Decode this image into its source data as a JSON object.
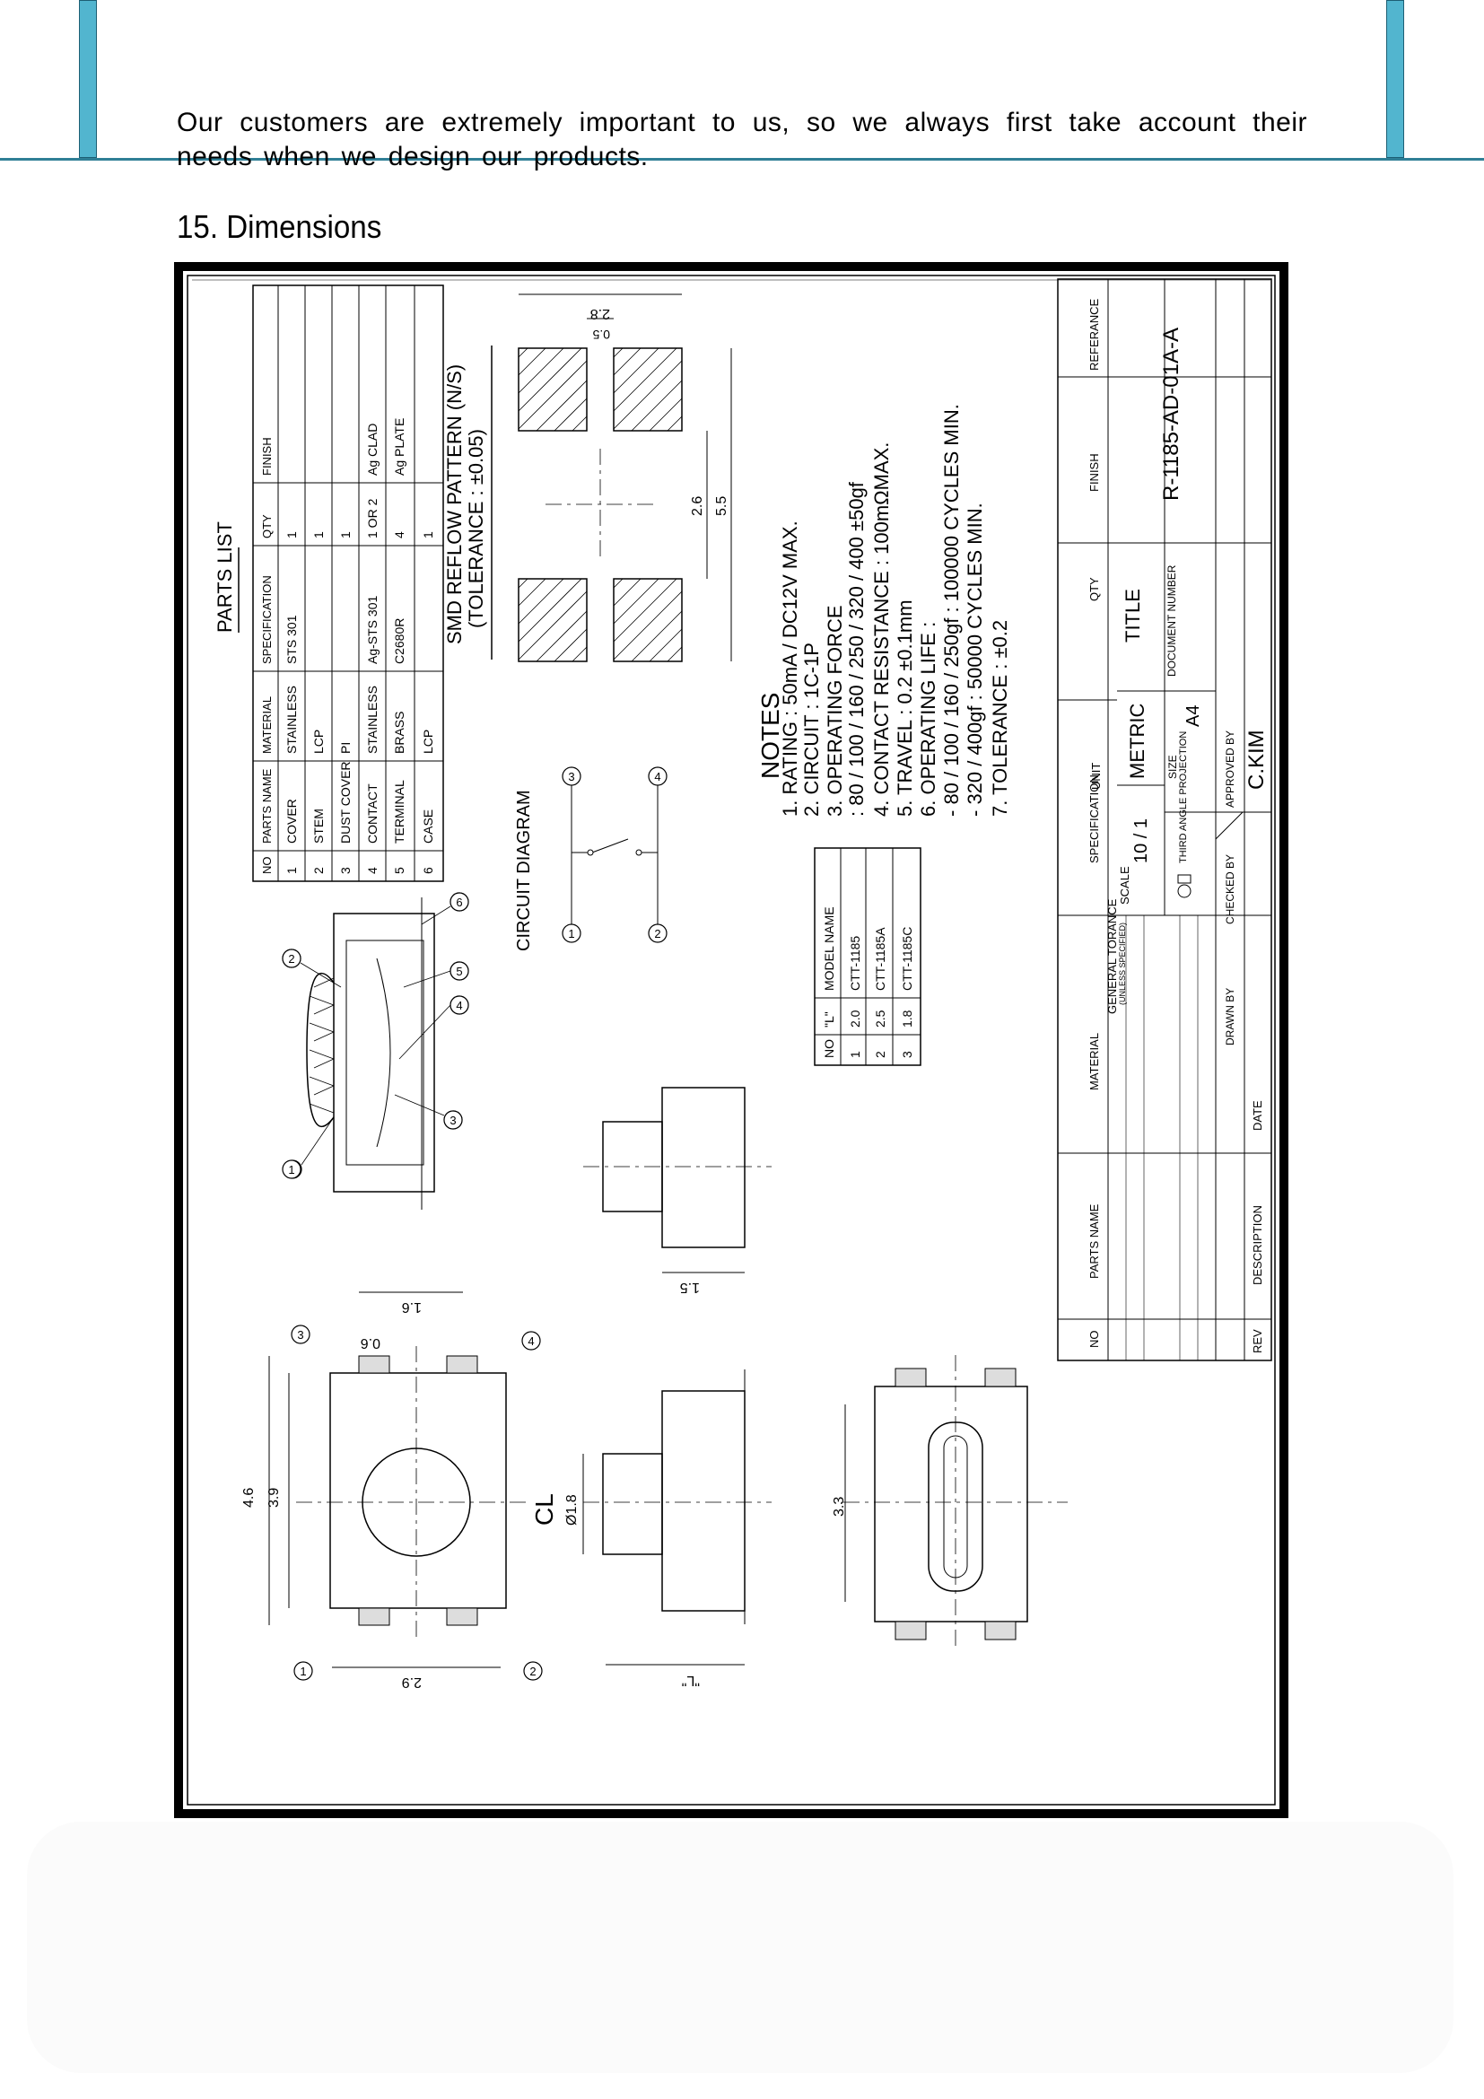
{
  "intro_text": "Our customers are extremely important to us, so we always first take account their needs when we design our products.",
  "section_heading": "15. Dimensions",
  "parts_list": {
    "title": "PARTS LIST",
    "headers": [
      "NO",
      "PARTS NAME",
      "MATERIAL",
      "SPECIFICATION",
      "QTY",
      "FINISH"
    ],
    "rows": [
      [
        "1",
        "COVER",
        "STAINLESS",
        "STS 301",
        "1",
        ""
      ],
      [
        "2",
        "STEM",
        "LCP",
        "",
        "1",
        ""
      ],
      [
        "3",
        "DUST COVER",
        "PI",
        "",
        "1",
        ""
      ],
      [
        "4",
        "CONTACT",
        "STAINLESS",
        "Ag-STS 301",
        "1 OR 2",
        "Ag CLAD"
      ],
      [
        "5",
        "TERMINAL",
        "BRASS",
        "C2680R",
        "4",
        "Ag PLATE"
      ],
      [
        "6",
        "CASE",
        "LCP",
        "",
        "1",
        ""
      ]
    ]
  },
  "reflow": {
    "title": "SMD REFLOW PATTERN (N/S)",
    "tolerance": "(TOLERANCE : ±0.05)",
    "dims": [
      "2.8",
      "0.5",
      "2.6",
      "5.5"
    ]
  },
  "circuit": {
    "title": "CIRCUIT DIAGRAM",
    "pins": [
      "1",
      "2",
      "3",
      "4"
    ]
  },
  "notes": {
    "title": "NOTES",
    "lines": [
      "1. RATING : 50mA / DC12V MAX.",
      "2. CIRCUIT : 1C-1P",
      "3. OPERATING FORCE",
      "  : 80 / 100 / 160 / 250 / 320 / 400 ±50gf",
      "4. CONTACT RESISTANCE : 100mΩMAX.",
      "5. TRAVEL : 0.2 ±0.1mm",
      "6. OPERATING LIFE :",
      "  - 80 / 100 / 160 / 250gf :  100000 CYCLES MIN.",
      "  - 320 / 400gf : 50000 CYCLES MIN.",
      "7. TOLERANCE : ±0.2"
    ]
  },
  "model_table": {
    "headers": [
      "NO",
      "\"L\"",
      "MODEL NAME"
    ],
    "rows": [
      [
        "1",
        "2.0",
        "CTT-1185"
      ],
      [
        "2",
        "2.5",
        "CTT-1185A"
      ],
      [
        "3",
        "1.8",
        "CTT-1185C"
      ]
    ]
  },
  "title_block": {
    "refer_label": "REFERANCE",
    "finish_label": "FINISH",
    "qty_label": "QTY",
    "title_label": "TITLE",
    "doc_label": "DOCUMENT NUMBER",
    "doc_number": "R-1185-AD-01A-A",
    "spec_label": "SPECIFICATION",
    "unit_label": "UNIT",
    "unit_value": "METRIC",
    "scale_label": "SCALE",
    "scale_value": "10 / 1",
    "size_label": "SIZE",
    "size_value": "A4",
    "projection_label": "THIRD ANGLE PROJECTION",
    "approved_label": "APPROVED BY",
    "approved_value": "C.KIM",
    "checked_label": "CHECKED BY",
    "drawn_label": "DRAWN BY",
    "material_label": "MATERIAL",
    "tolerance_label": "GENERAL TORANCE",
    "tolerance_sub": "(UNLESS SPECIFIED)",
    "date_label": "DATE",
    "parts_name_label": "PARTS NAME",
    "description_label": "DESCRIPTION",
    "no_label": "NO",
    "rev_label": "REV"
  },
  "dims": {
    "top_w": "1.6",
    "pad_w": "0.6",
    "h_overall": "4.6",
    "h_inner": "3.9",
    "w_bottom": "2.9",
    "cl_label": "CL",
    "dia": "Ø1.8",
    "side_w": "1.5",
    "l_label": "\"L\"",
    "bottom_h": "3.3"
  },
  "balloons": {
    "assembly": [
      "1",
      "2",
      "3",
      "4",
      "5",
      "6"
    ],
    "top_view": [
      "1",
      "2",
      "3",
      "4"
    ]
  }
}
